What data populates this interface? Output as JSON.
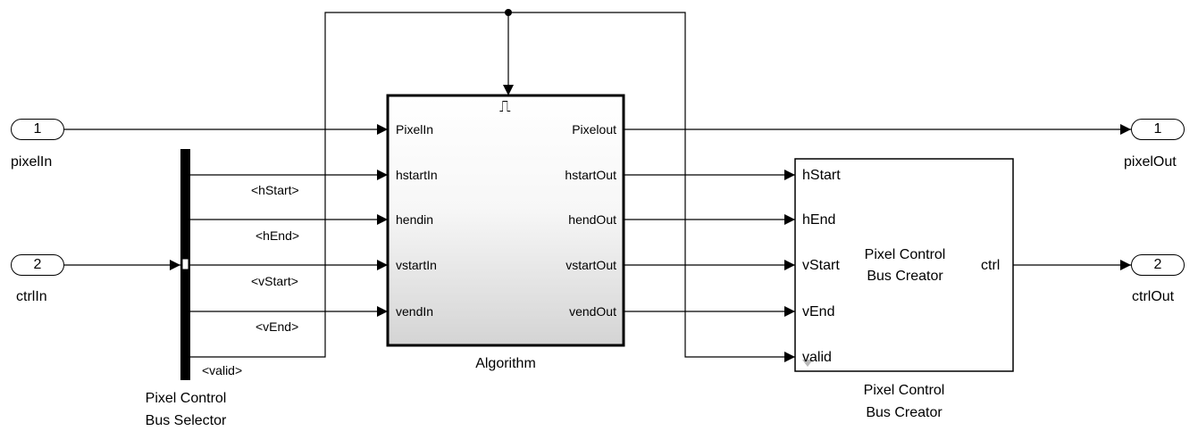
{
  "inports": [
    {
      "number": "1",
      "name": "pixelIn"
    },
    {
      "number": "2",
      "name": "ctrlIn"
    }
  ],
  "outports": [
    {
      "number": "1",
      "name": "pixelOut"
    },
    {
      "number": "2",
      "name": "ctrlOut"
    }
  ],
  "bus_selector": {
    "name_line1": "Pixel Control",
    "name_line2": "Bus Selector",
    "signals": [
      "<hStart>",
      "<hEnd>",
      "<vStart>",
      "<vEnd>",
      "<valid>"
    ]
  },
  "algorithm": {
    "name": "Algorithm",
    "trigger_symbol": "⎍",
    "inputs": [
      "PixelIn",
      "hstartIn",
      "hendin",
      "vstartIn",
      "vendIn"
    ],
    "outputs": [
      "Pixelout",
      "hstartOut",
      "hendOut",
      "vstartOut",
      "vendOut"
    ]
  },
  "bus_creator": {
    "center_line1": "Pixel Control",
    "center_line2": "Bus Creator",
    "name_line1": "Pixel Control",
    "name_line2": "Bus Creator",
    "inputs": [
      "hStart",
      "hEnd",
      "vStart",
      "vEnd",
      "valid"
    ],
    "output": "ctrl"
  }
}
